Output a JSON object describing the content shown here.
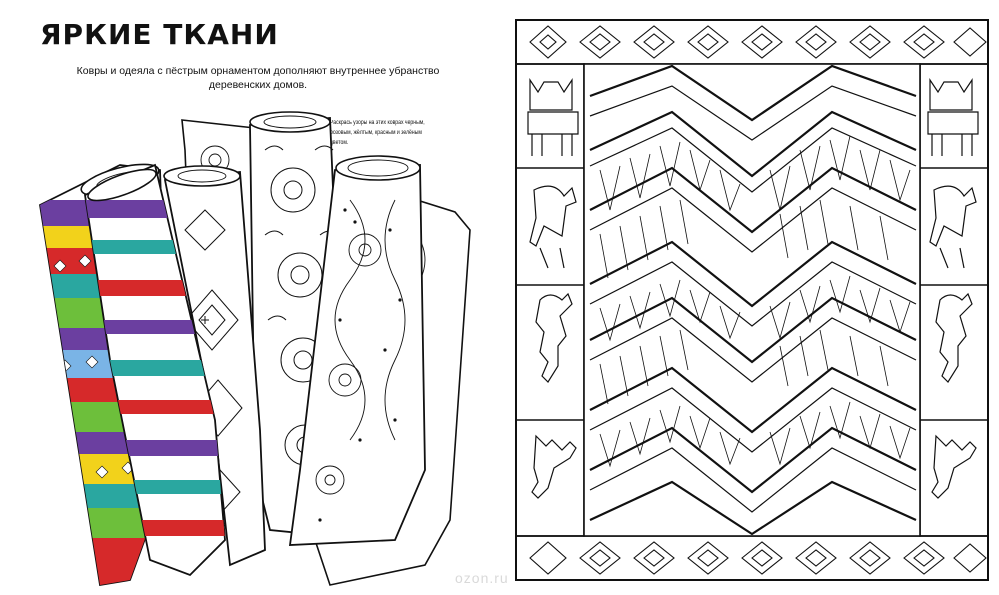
{
  "title": "ЯРКИЕ ТКАНИ",
  "intro_line1": "Ковры и одеяла с пёстрым орнаментом дополняют внутреннее убранство",
  "intro_line2": "деревенских домов.",
  "instruction_line1": "Раскрась узоры на этих коврах чёрным,",
  "instruction_line2": "розовым, жёлтым, красным и зелёным",
  "instruction_line3": "цветом.",
  "watermark": "ozon.ru",
  "colors": {
    "ink": "#111111",
    "purple": "#6b3fa0",
    "teal": "#2aa7a0",
    "green": "#6dbf3b",
    "yellow": "#f2d21b",
    "red": "#d6292a",
    "blue": "#2b6fc4",
    "lightblue": "#7ab4e6"
  }
}
